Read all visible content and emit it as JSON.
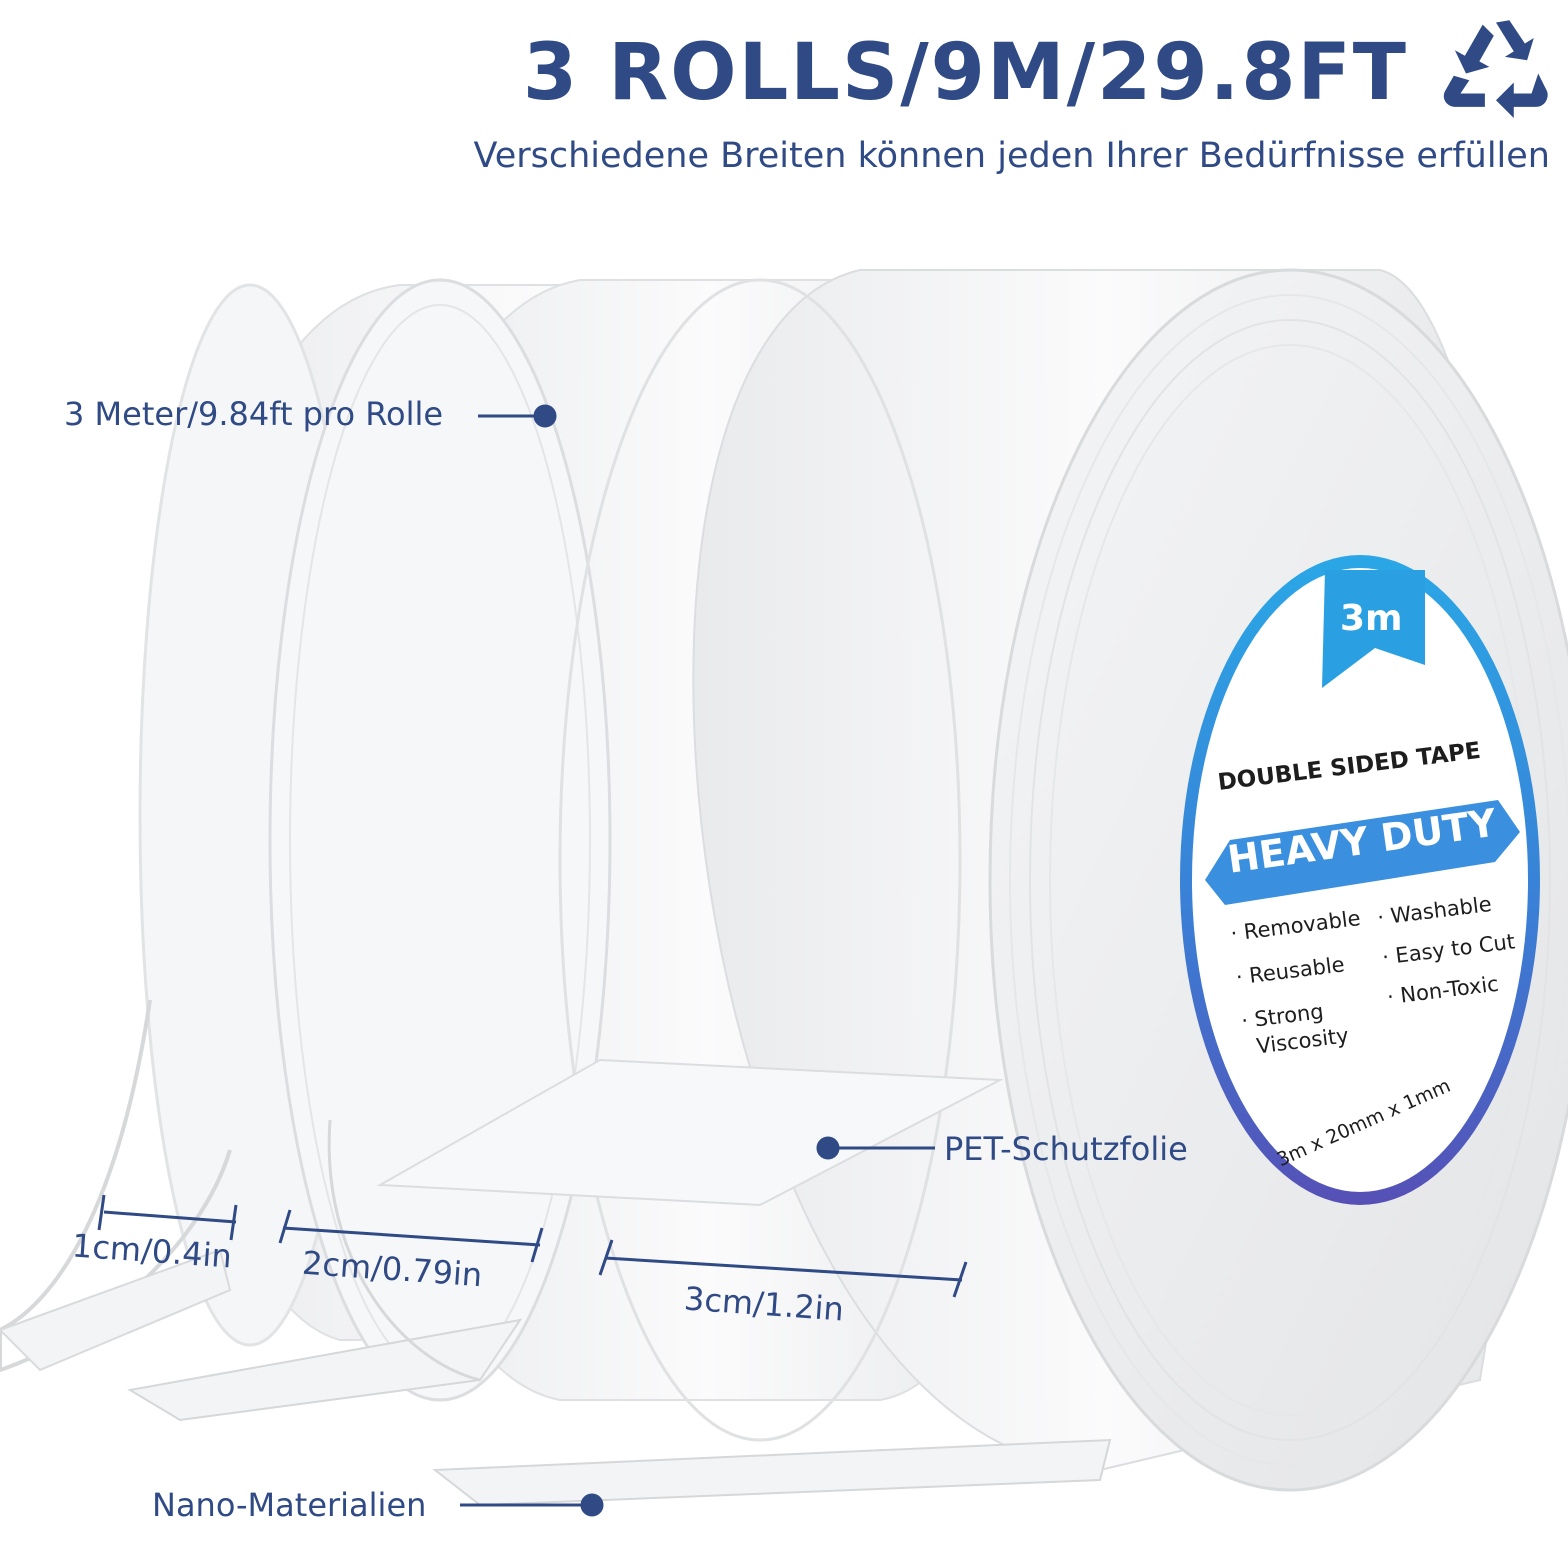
{
  "header": {
    "title": "3 ROLLS/9M/29.8FT",
    "subtitle": "Verschiedene Breiten können jeden Ihrer Bedürfnisse erfüllen"
  },
  "icons": {
    "recycle": "recycle-icon"
  },
  "callouts": {
    "length": "3 Meter/9.84ft pro Rolle",
    "film": "PET-Schutzfolie",
    "material": "Nano-Materialien"
  },
  "widths": {
    "small": "1cm/0.4in",
    "medium": "2cm/0.79in",
    "large": "3cm/1.2in"
  },
  "label": {
    "badge": "3m",
    "line1": "DOUBLE SIDED TAPE",
    "banner": "HEAVY DUTY",
    "features_left": [
      "· Removable",
      "· Reusable",
      "· Strong",
      "Viscosity"
    ],
    "features_right": [
      "· Washable",
      "· Easy to Cut",
      "· Non-Toxic"
    ],
    "size": "3m x 20mm x 1mm"
  },
  "colors": {
    "text": "#2f4a85",
    "label_blue": "#2a9ee0",
    "label_purple": "#5a55b8",
    "tape": "#f2f3f5"
  }
}
